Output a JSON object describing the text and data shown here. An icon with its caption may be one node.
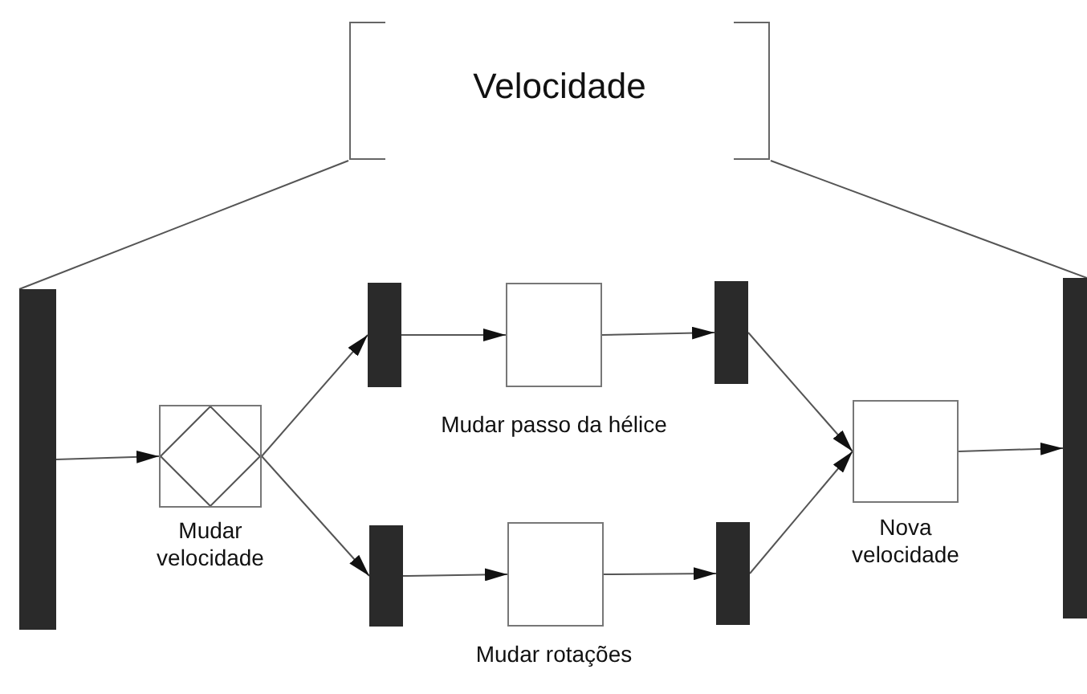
{
  "diagram": {
    "nodes": [
      {
        "text": [
          "Velocidade"
        ]
      },
      {
        "text": [],
        "shape": "bar"
      },
      {
        "text": [
          "Mudar velocidade"
        ]
      },
      {
        "text": [],
        "shape": "bar"
      },
      {
        "text": [],
        "shape": "box",
        "beside": [
          "Mudar passo da hélice"
        ]
      },
      {
        "text": [],
        "shape": "bar"
      },
      {
        "text": [],
        "shape": "bar"
      },
      {
        "text": [],
        "shape": "box",
        "beside": [
          "Mudar rotações"
        ]
      },
      {
        "text": [],
        "shape": "bar"
      },
      {
        "text": [
          "Nova velocidade"
        ]
      },
      {
        "text": [],
        "shape": "bar"
      }
    ],
    "edges": [
      {
        "from": 0,
        "to": 1,
        "arrow": "none"
      },
      {
        "from": 0,
        "to": 10,
        "arrow": "none"
      },
      {
        "from": 1,
        "to": 2,
        "arrow": "to"
      },
      {
        "from": 2,
        "to": 3,
        "arrow": "to"
      },
      {
        "from": 2,
        "to": 6,
        "arrow": "to"
      },
      {
        "from": 3,
        "to": 4,
        "arrow": "to"
      },
      {
        "from": 4,
        "to": 5,
        "arrow": "to"
      },
      {
        "from": 6,
        "to": 7,
        "arrow": "to"
      },
      {
        "from": 7,
        "to": 8,
        "arrow": "to"
      },
      {
        "from": 5,
        "to": 9,
        "arrow": "to"
      },
      {
        "from": 8,
        "to": 9,
        "arrow": "to"
      },
      {
        "from": 9,
        "to": 10,
        "arrow": "to"
      }
    ]
  }
}
